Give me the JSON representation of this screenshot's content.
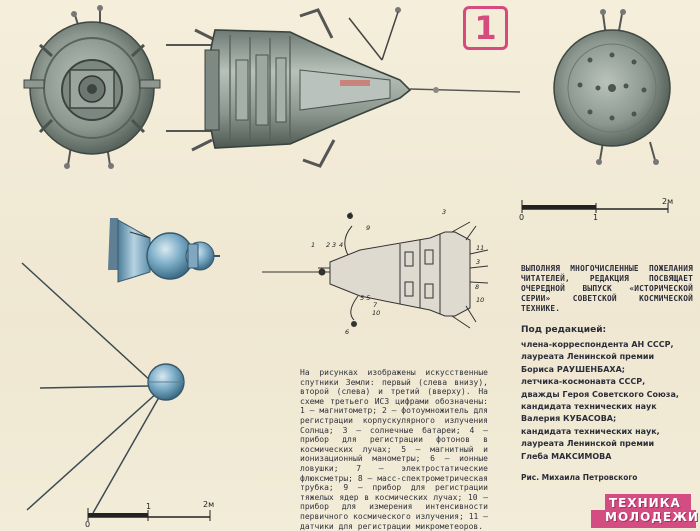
{
  "page": {
    "number": "1",
    "intro": "Выполняя многочисленные пожелания читателей, редакция посвящает очередной выпуск «Исторической серии» советской космической технике.",
    "editors_heading": "Под редакцией:",
    "editors_lines": [
      "члена-корреспондента АН СССР,",
      "лауреата Ленинской премии",
      "Бориса РАУШЕНБАХА;",
      "летчика-космонавта СССР,",
      "дважды Героя Советского Союза,",
      "кандидата технических наук",
      "Валерия КУБАСОВА;",
      "кандидата технических наук,",
      "лауреата Ленинской премии",
      "Глеба МАКСИМОВА"
    ],
    "legend": "На рисунках изображены искусственные спутники Земли: первый (слева внизу), второй (слева) и третий (вверху). На схеме третьего ИСЗ цифрами обозначены: 1 — магнитометр; 2 — фотоумножитель для регистрации корпускулярного излучения Солнца; 3 — солнечные батареи; 4 — прибор для регистрации фотонов в космических лучах; 5 — магнитный и ионизационный манометры; 6 — ионные ловушки; 7 — электростатические флюксметры; 8 — масс-спектрометрическая трубка; 9 — прибор для регистрации тяжелых ядер в космических лучах; 10 — прибор для измерения интенсивности первичного космического излучения; 11 — датчики для регистрации микрометеоров.",
    "credit": "Рис. Михаила Петровского",
    "scale_top": {
      "zero": "0",
      "one": "1",
      "two": "2м"
    },
    "scale_bottom": {
      "zero": "0",
      "one": "1",
      "two": "2м"
    },
    "logo_line1": "ТЕХНИКА",
    "logo_line2": "МОЛОДЕЖИ",
    "callouts": [
      "1",
      "2",
      "3",
      "4",
      "5",
      "6",
      "7",
      "8",
      "9",
      "10",
      "11"
    ],
    "colors": {
      "accent": "#d64a7e",
      "paper": "#f1ead6",
      "metal": "#8e9a92",
      "blue": "#6fa3c0"
    }
  }
}
